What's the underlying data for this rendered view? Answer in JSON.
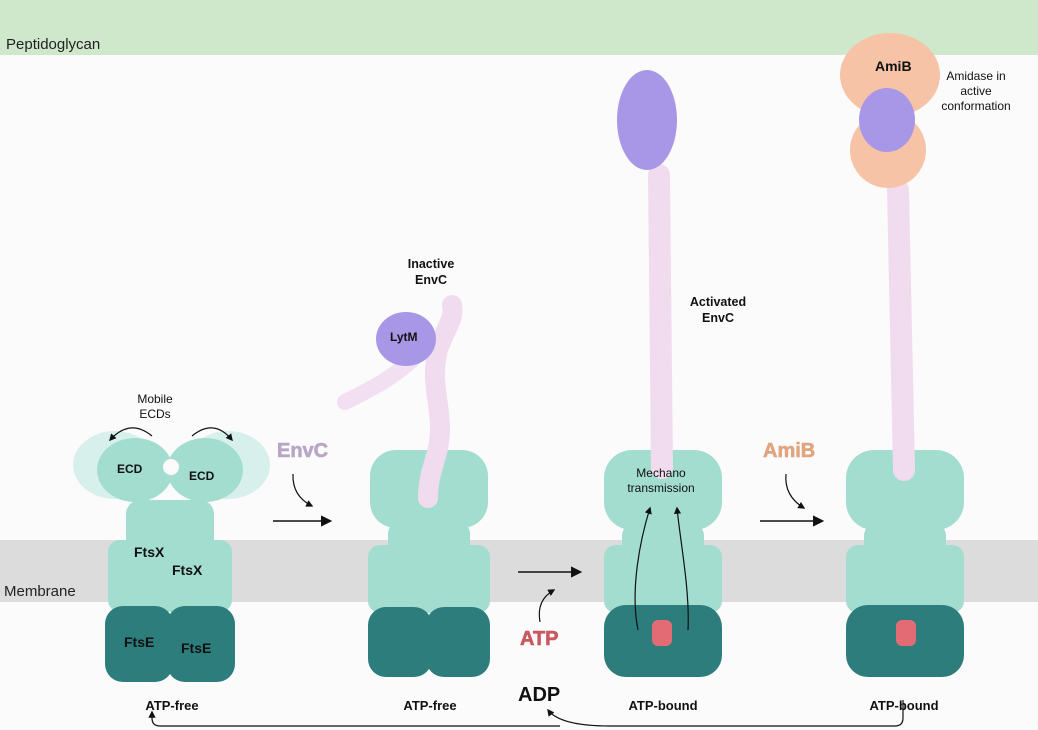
{
  "regions": {
    "peptidoglycan": "Peptidoglycan",
    "membrane": "Membrane"
  },
  "states": {
    "s1": "ATP-free",
    "s2": "ATP-free",
    "s3": "ATP-bound",
    "s4": "ATP-bound"
  },
  "annotations": {
    "mobile_ecds": [
      "Mobile",
      "ECDs"
    ],
    "inactive_envc": [
      "Inactive",
      "EnvC"
    ],
    "activated_envc": [
      "Activated",
      "EnvC"
    ],
    "mechano": [
      "Mechano",
      "transmission"
    ],
    "amidase": [
      "Amidase in",
      "active",
      "conformation"
    ]
  },
  "domains": {
    "ecd": "ECD",
    "ftsx": "FtsX",
    "ftse": "FtsE",
    "lytm": "LytM",
    "amib": "AmiB"
  },
  "arrows": {
    "envc": "EnvC",
    "atp": "ATP",
    "amib": "AmiB",
    "adp": "ADP"
  },
  "colors": {
    "peptidoglycan_band": "#cfe8cc",
    "membrane_band": "#dcdcdc",
    "ftsx": "#a3ddd0",
    "ftse": "#2c7d7c",
    "envc_coil": "#f1dcef",
    "lytm": "#a897e6",
    "amib": "#f6c3a6",
    "atp": "#e26b74",
    "envc_text": "#b7a6c6",
    "amib_text": "#e0a47f",
    "atp_text": "#c9585f"
  }
}
